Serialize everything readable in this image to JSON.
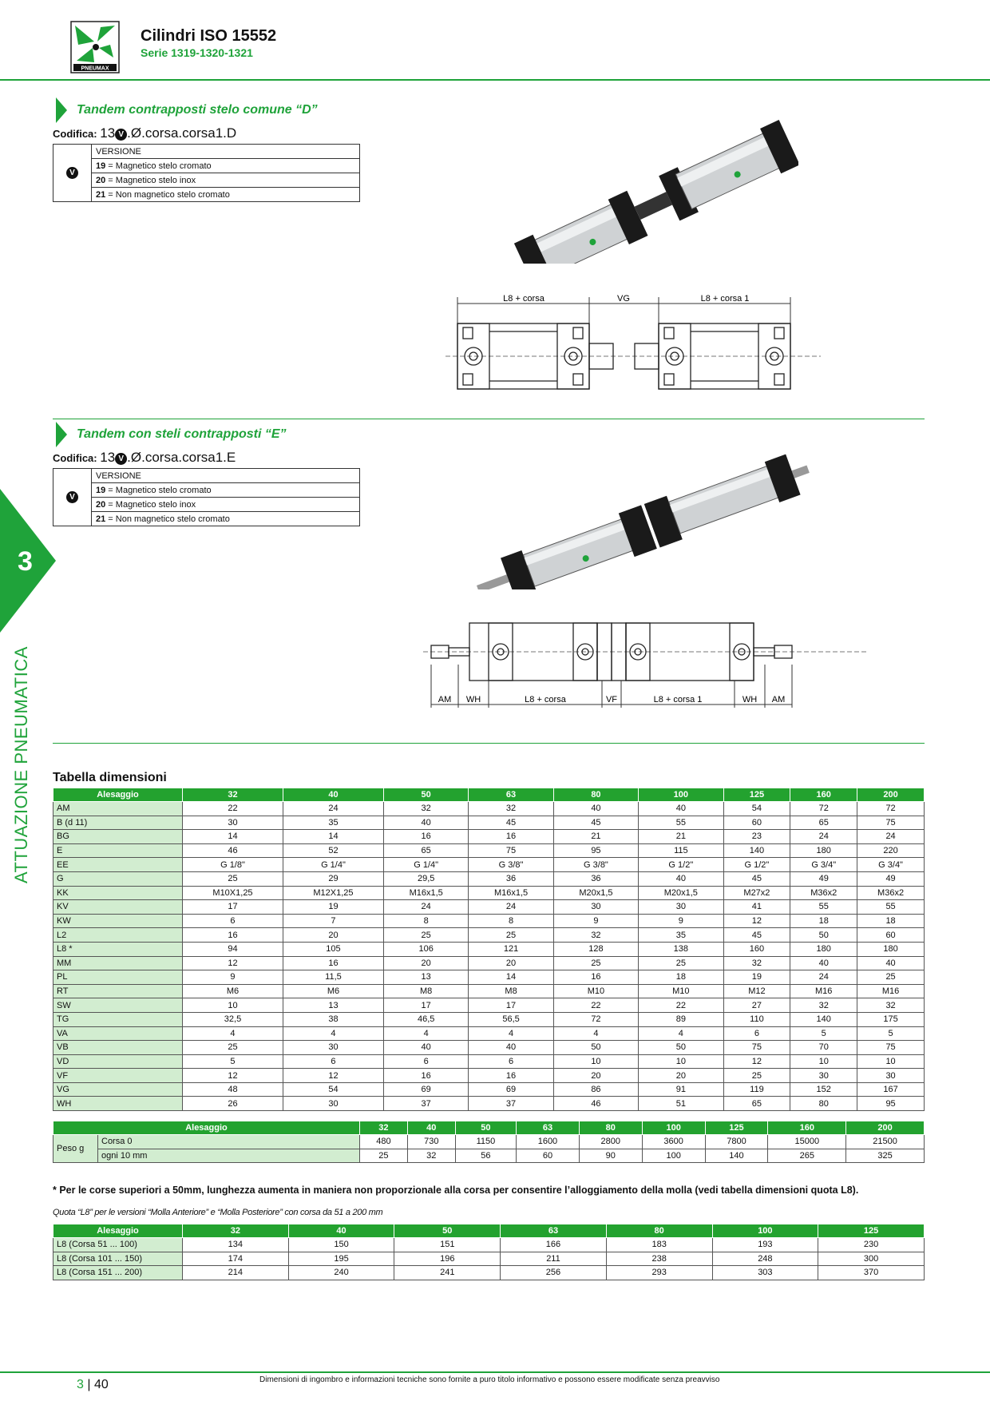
{
  "header": {
    "logo_text": "PNEUMAX",
    "title": "Cilindri ISO 15552",
    "subtitle": "Serie 1319-1320-1321"
  },
  "side": {
    "chapter": "3",
    "label": "ATTUAZIONE PNEUMATICA"
  },
  "section_d": {
    "title": "Tandem contrapposti stelo comune “D”",
    "codifica_label": "Codifica:",
    "code_pre": "13",
    "code_post": ".Ø.corsa.corsa1.D",
    "version_badge": "V",
    "version_header": "VERSIONE",
    "versions": [
      {
        "num": "19",
        "text": " = Magnetico stelo cromato"
      },
      {
        "num": "20",
        "text": " = Magnetico stelo inox"
      },
      {
        "num": "21",
        "text": " = Non magnetico stelo cromato"
      }
    ],
    "dims": {
      "a": "L8 + corsa",
      "b": "VG",
      "c": "L8 + corsa 1"
    }
  },
  "section_e": {
    "title": "Tandem con steli contrapposti “E”",
    "codifica_label": "Codifica:",
    "code_pre": "13",
    "code_post": ".Ø.corsa.corsa1.E",
    "version_badge": "V",
    "version_header": "VERSIONE",
    "versions": [
      {
        "num": "19",
        "text": " = Magnetico stelo cromato"
      },
      {
        "num": "20",
        "text": " = Magnetico stelo inox"
      },
      {
        "num": "21",
        "text": " = Non magnetico stelo cromato"
      }
    ],
    "dims": {
      "am": "AM",
      "wh": "WH",
      "a": "L8 + corsa",
      "vf": "VF",
      "c": "L8 + corsa 1"
    }
  },
  "table_title": "Tabella dimensioni",
  "dim_table": {
    "header": [
      "Alesaggio",
      "32",
      "40",
      "50",
      "63",
      "80",
      "100",
      "125",
      "160",
      "200"
    ],
    "rows": [
      [
        "AM",
        "22",
        "24",
        "32",
        "32",
        "40",
        "40",
        "54",
        "72",
        "72"
      ],
      [
        "B (d 11)",
        "30",
        "35",
        "40",
        "45",
        "45",
        "55",
        "60",
        "65",
        "75"
      ],
      [
        "BG",
        "14",
        "14",
        "16",
        "16",
        "21",
        "21",
        "23",
        "24",
        "24"
      ],
      [
        "E",
        "46",
        "52",
        "65",
        "75",
        "95",
        "115",
        "140",
        "180",
        "220"
      ],
      [
        "EE",
        "G 1/8\"",
        "G 1/4\"",
        "G 1/4\"",
        "G 3/8\"",
        "G 3/8\"",
        "G 1/2\"",
        "G 1/2\"",
        "G 3/4\"",
        "G 3/4\""
      ],
      [
        "G",
        "25",
        "29",
        "29,5",
        "36",
        "36",
        "40",
        "45",
        "49",
        "49"
      ],
      [
        "KK",
        "M10X1,25",
        "M12X1,25",
        "M16x1,5",
        "M16x1,5",
        "M20x1,5",
        "M20x1,5",
        "M27x2",
        "M36x2",
        "M36x2"
      ],
      [
        "KV",
        "17",
        "19",
        "24",
        "24",
        "30",
        "30",
        "41",
        "55",
        "55"
      ],
      [
        "KW",
        "6",
        "7",
        "8",
        "8",
        "9",
        "9",
        "12",
        "18",
        "18"
      ],
      [
        "L2",
        "16",
        "20",
        "25",
        "25",
        "32",
        "35",
        "45",
        "50",
        "60"
      ],
      [
        "L8 *",
        "94",
        "105",
        "106",
        "121",
        "128",
        "138",
        "160",
        "180",
        "180"
      ],
      [
        "MM",
        "12",
        "16",
        "20",
        "20",
        "25",
        "25",
        "32",
        "40",
        "40"
      ],
      [
        "PL",
        "9",
        "11,5",
        "13",
        "14",
        "16",
        "18",
        "19",
        "24",
        "25"
      ],
      [
        "RT",
        "M6",
        "M6",
        "M8",
        "M8",
        "M10",
        "M10",
        "M12",
        "M16",
        "M16"
      ],
      [
        "SW",
        "10",
        "13",
        "17",
        "17",
        "22",
        "22",
        "27",
        "32",
        "32"
      ],
      [
        "TG",
        "32,5",
        "38",
        "46,5",
        "56,5",
        "72",
        "89",
        "110",
        "140",
        "175"
      ],
      [
        "VA",
        "4",
        "4",
        "4",
        "4",
        "4",
        "4",
        "6",
        "5",
        "5"
      ],
      [
        "VB",
        "25",
        "30",
        "40",
        "40",
        "50",
        "50",
        "75",
        "70",
        "75"
      ],
      [
        "VD",
        "5",
        "6",
        "6",
        "6",
        "10",
        "10",
        "12",
        "10",
        "10"
      ],
      [
        "VF",
        "12",
        "12",
        "16",
        "16",
        "20",
        "20",
        "25",
        "30",
        "30"
      ],
      [
        "VG",
        "48",
        "54",
        "69",
        "69",
        "86",
        "91",
        "119",
        "152",
        "167"
      ],
      [
        "WH",
        "26",
        "30",
        "37",
        "37",
        "46",
        "51",
        "65",
        "80",
        "95"
      ]
    ]
  },
  "weight_table": {
    "header": [
      "Alesaggio",
      "32",
      "40",
      "50",
      "63",
      "80",
      "100",
      "125",
      "160",
      "200"
    ],
    "group_label": "Peso g",
    "rows": [
      [
        "Corsa 0",
        "480",
        "730",
        "1150",
        "1600",
        "2800",
        "3600",
        "7800",
        "15000",
        "21500"
      ],
      [
        "ogni 10 mm",
        "25",
        "32",
        "56",
        "60",
        "90",
        "100",
        "140",
        "265",
        "325"
      ]
    ]
  },
  "note": "* Per le corse superiori a 50mm, lunghezza aumenta in maniera non proporzionale alla corsa per consentire l’alloggiamento della molla (vedi tabella dimensioni quota L8).",
  "note2": "Quota “L8” per le versioni “Molla Anteriore” e “Molla Posteriore” con corsa da 51 a 200 mm",
  "l8_table": {
    "header": [
      "Alesaggio",
      "32",
      "40",
      "50",
      "63",
      "80",
      "100",
      "125"
    ],
    "rows": [
      [
        "L8 (Corsa 51 ... 100)",
        "134",
        "150",
        "151",
        "166",
        "183",
        "193",
        "230"
      ],
      [
        "L8 (Corsa 101 ... 150)",
        "174",
        "195",
        "196",
        "211",
        "238",
        "248",
        "300"
      ],
      [
        "L8 (Corsa 151 ... 200)",
        "214",
        "240",
        "241",
        "256",
        "293",
        "303",
        "370"
      ]
    ]
  },
  "footer": {
    "page_chapter": "3",
    "page_sep": "|",
    "page_number": "40",
    "disclaimer": "Dimensioni di ingombro e informazioni tecniche sono fornite a puro titolo informativo e possono essere modificate senza preavviso"
  },
  "colors": {
    "accent": "#1fa33a",
    "table_header": "#23a22f",
    "label_cell": "#d2edd0"
  }
}
